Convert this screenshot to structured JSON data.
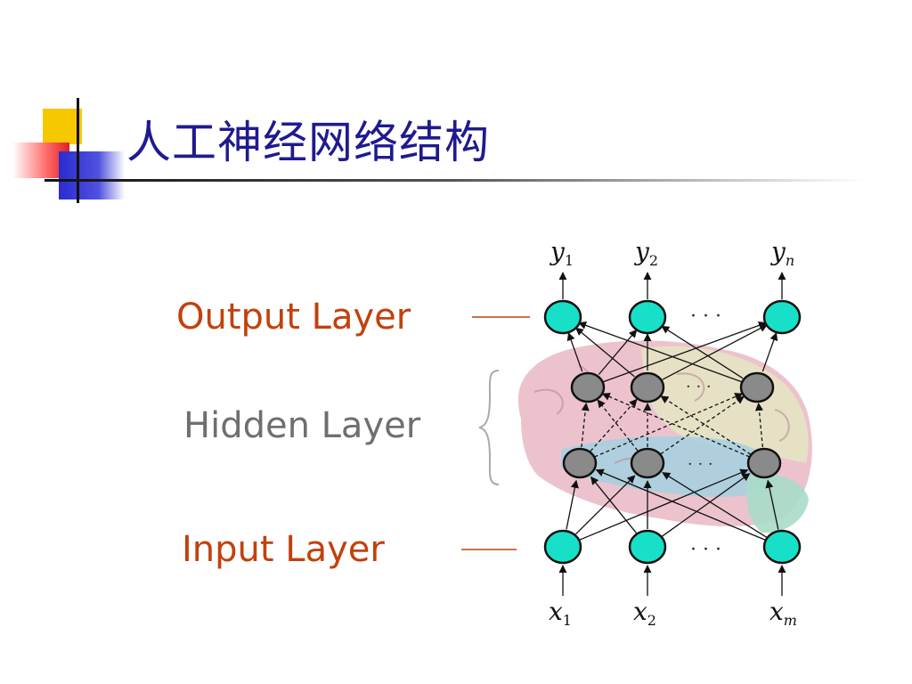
{
  "slide": {
    "title": "人工神经网络结构"
  },
  "layers": {
    "output_label": "Output Layer",
    "hidden_label": "Hidden Layer",
    "input_label": "Input Layer"
  },
  "outputs": [
    "y1",
    "y2",
    "yn"
  ],
  "inputs": [
    "x1",
    "x2",
    "xm"
  ],
  "colors": {
    "title": "#1f1a8f",
    "io_node": "#18e0c8",
    "hidden_node": "#8a8a8a",
    "layer_label": "#c2410c",
    "hidden_label": "#6f6f6f"
  }
}
